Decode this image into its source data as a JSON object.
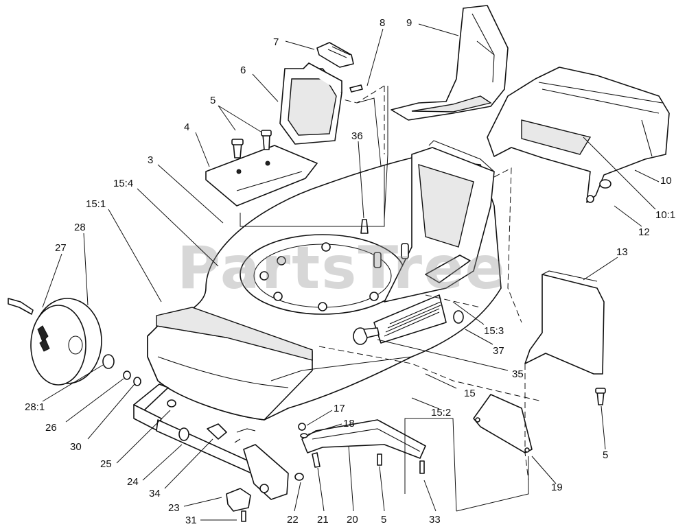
{
  "watermark": "PartsTree",
  "callouts": {
    "c1": "9",
    "c2": "8",
    "c3": "7",
    "c4": "6",
    "c5": "5",
    "c6": "36",
    "c7": "4",
    "c8": "3",
    "c9": "15:4",
    "c10": "15:1",
    "c11": "28",
    "c12": "27",
    "c13": "10",
    "c14": "10:1",
    "c15": "12",
    "c16": "13",
    "c17": "15:3",
    "c18": "37",
    "c19": "35",
    "c20": "15",
    "c21": "15:2",
    "c22": "28:1",
    "c23": "26",
    "c24": "30",
    "c25": "25",
    "c26": "24",
    "c27": "34",
    "c28": "23",
    "c29": "31",
    "c30": "22",
    "c31": "21",
    "c32": "20",
    "c33": "5",
    "c34": "33",
    "c35": "17",
    "c36": "18",
    "c37": "5",
    "c38": "19"
  }
}
